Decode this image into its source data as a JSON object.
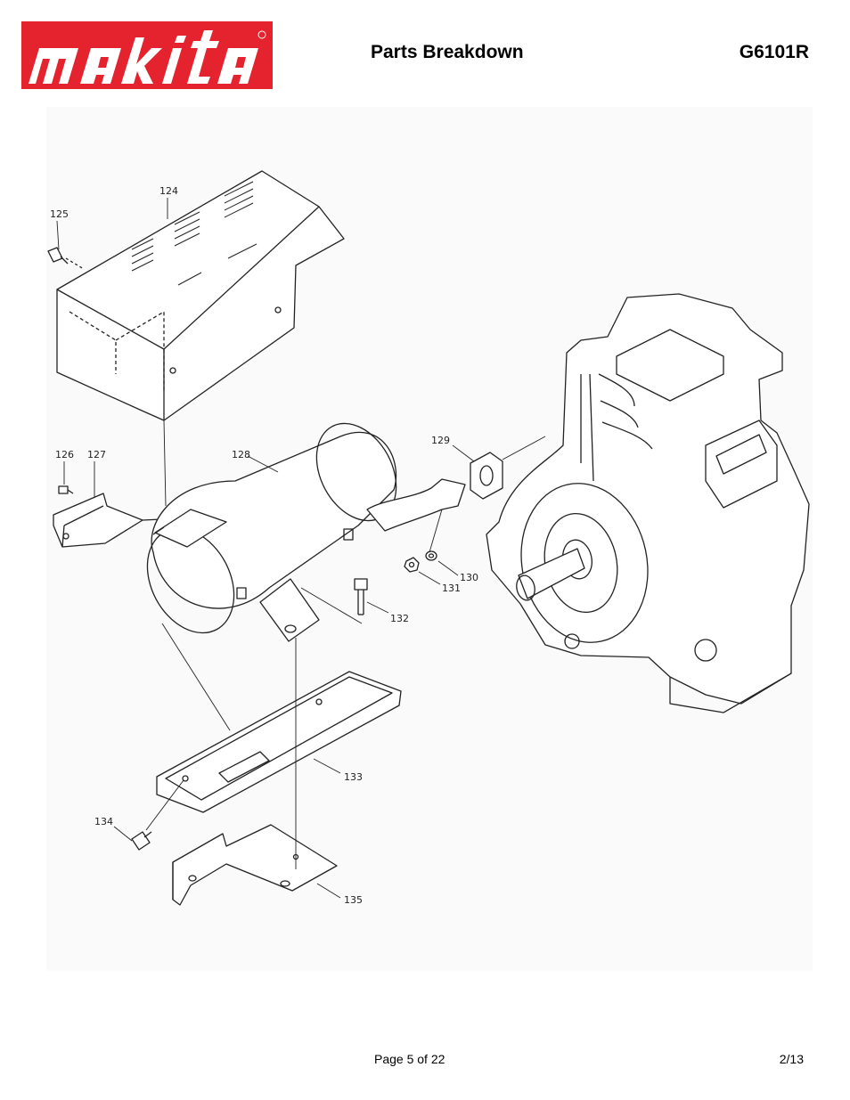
{
  "header": {
    "brand": "makita",
    "brand_color": "#E4232E",
    "title": "Parts Breakdown",
    "model": "G6101R"
  },
  "diagram": {
    "callouts": [
      "124",
      "125",
      "126",
      "127",
      "128",
      "129",
      "130",
      "131",
      "132",
      "133",
      "134",
      "135"
    ]
  },
  "footer": {
    "page": "Page 5 of 22",
    "date": "2/13"
  }
}
